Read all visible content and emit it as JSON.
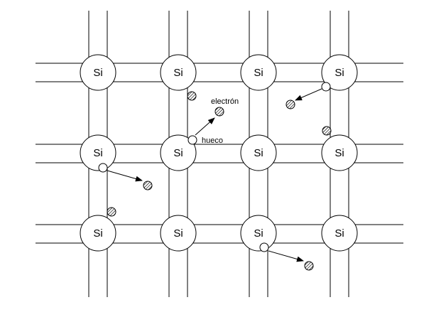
{
  "atom_symbol": "Si",
  "labels": {
    "electron": "electrón",
    "hole": "hueco"
  },
  "colors": {
    "stroke": "#000000",
    "background": "#ffffff"
  }
}
